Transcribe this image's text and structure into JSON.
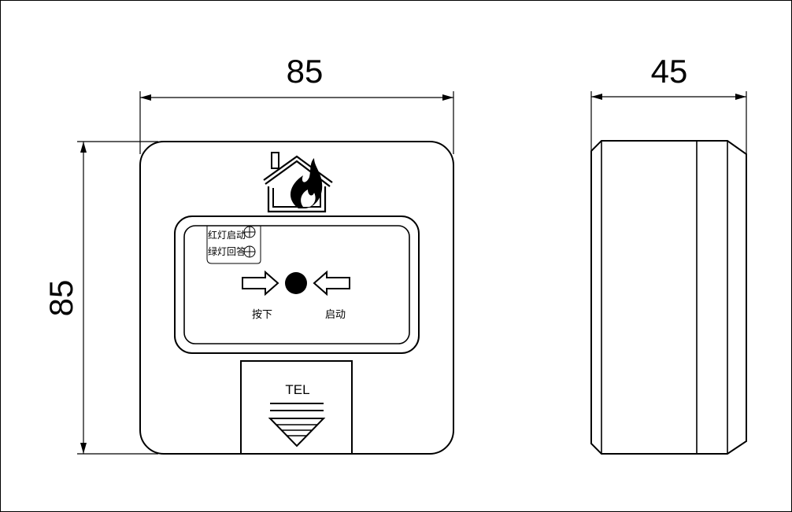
{
  "dimensions": {
    "front_width": "85",
    "front_height": "85",
    "side_depth": "45"
  },
  "panel": {
    "label_red": "红灯启动",
    "label_green": "绿灯回答",
    "press_label": "按下",
    "start_label": "启动",
    "tel_label": "TEL"
  },
  "icons": {
    "logo": "house-fire-icon",
    "arrow_left": "arrow-right-icon",
    "arrow_right": "arrow-left-icon",
    "button": "press-button-icon"
  }
}
